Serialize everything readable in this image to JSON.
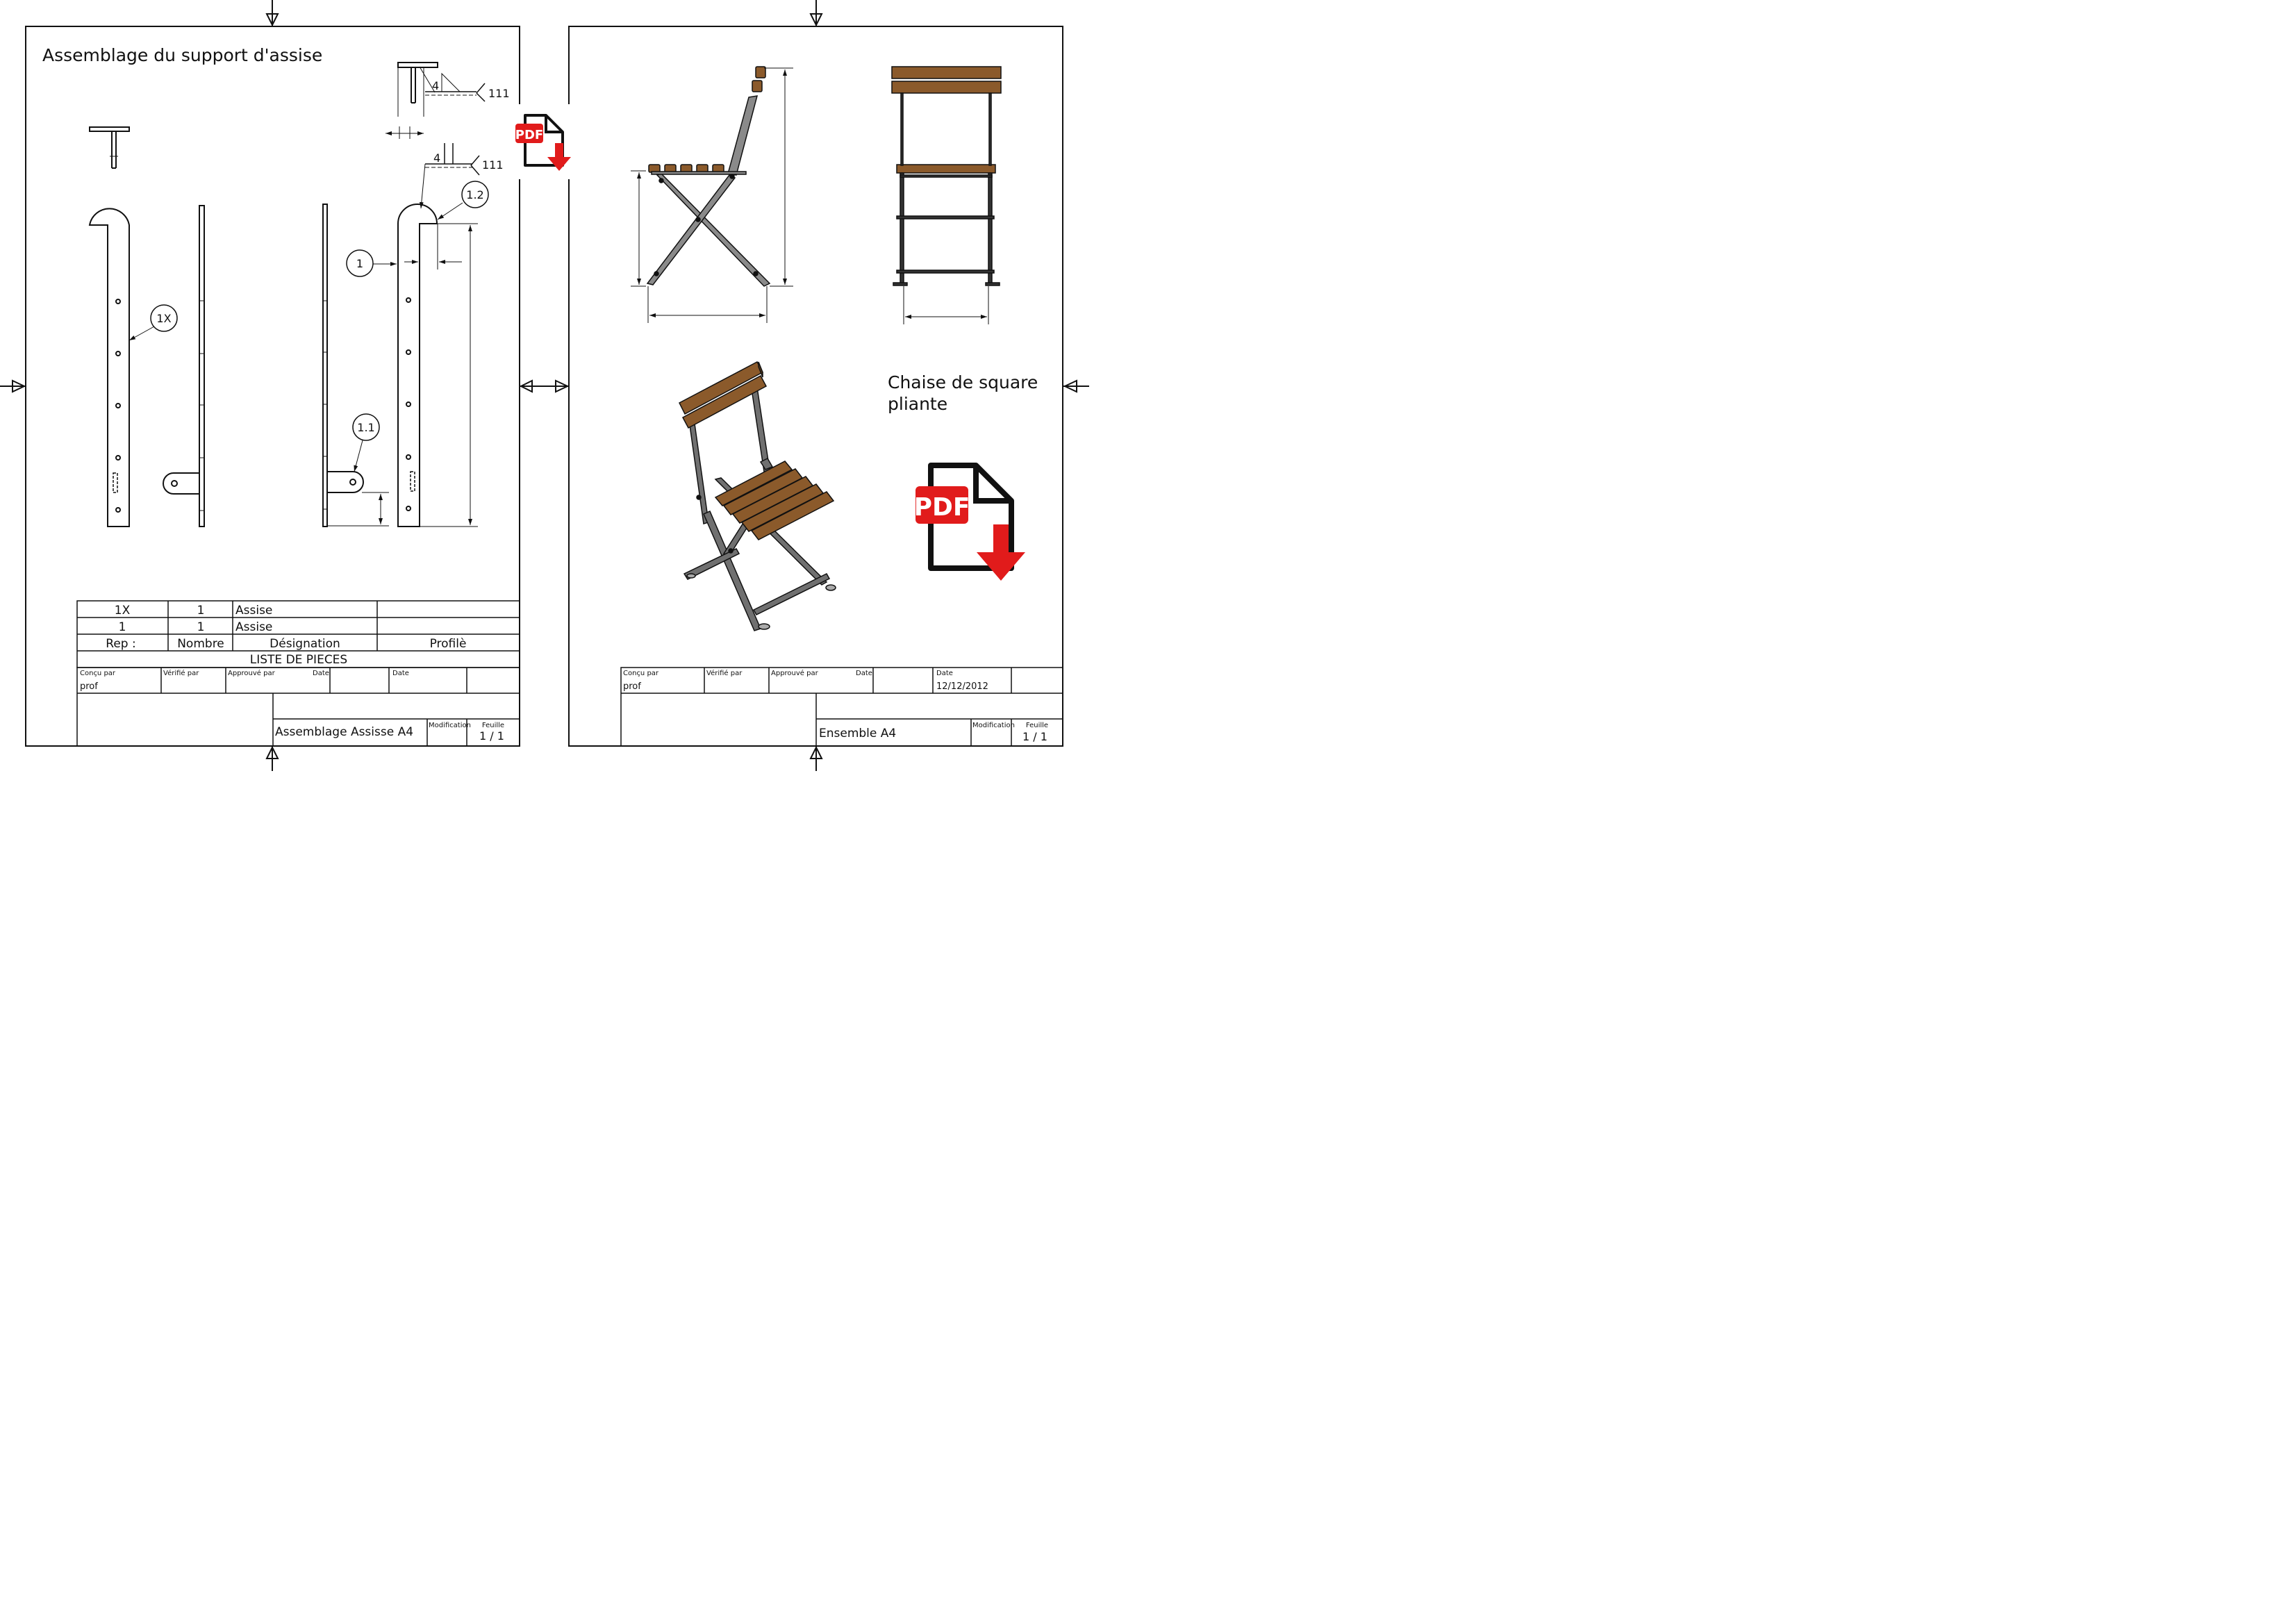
{
  "left_sheet": {
    "title": "Assemblage du support d'assise",
    "weld_symbol_top": {
      "size": "4",
      "process": "111"
    },
    "weld_symbol_bottom": {
      "size": "4",
      "process": "111"
    },
    "balloons": {
      "b1x": "1X",
      "b1": "1",
      "b11": "1.1",
      "b12": "1.2"
    },
    "parts_list": {
      "rows": [
        {
          "rep": "1X",
          "nombre": "1",
          "designation": "Assise",
          "profile": ""
        },
        {
          "rep": "1",
          "nombre": "1",
          "designation": "Assise",
          "profile": ""
        }
      ],
      "headers": {
        "rep": "Rep :",
        "nombre": "Nombre",
        "designation": "Désignation",
        "profile": "Profilè"
      },
      "caption": "LISTE DE PIECES"
    },
    "title_block": {
      "concu_par_label": "Conçu par",
      "verifie_par_label": "Vérifié par",
      "approuve_par_label": "Approuvé par",
      "date_label_1": "Date",
      "date_label_2": "Date",
      "concu_par_value": "prof",
      "drawing_name": "Assemblage Assisse A4",
      "modification_label": "Modification",
      "feuille_label": "Feuille",
      "feuille_value": "1 / 1"
    }
  },
  "right_sheet": {
    "title": "Chaise de square",
    "title_line2": "pliante",
    "title_block": {
      "concu_par_label": "Conçu par",
      "verifie_par_label": "Vérifié par",
      "approuve_par_label": "Approuvé par",
      "date_label_1": "Date",
      "date_label_2": "Date",
      "concu_par_value": "prof",
      "date_value": "12/12/2012",
      "drawing_name": "Ensemble  A4",
      "modification_label": "Modification",
      "feuille_label": "Feuille",
      "feuille_value": "1 / 1"
    }
  },
  "pdf_icon_label": "PDF",
  "colors": {
    "line": "#111111",
    "pdf_red": "#e11b1b",
    "wood": "#8b5a2b",
    "metal": "#6e6e6e"
  },
  "icons": [
    "pdf-download-icon"
  ]
}
